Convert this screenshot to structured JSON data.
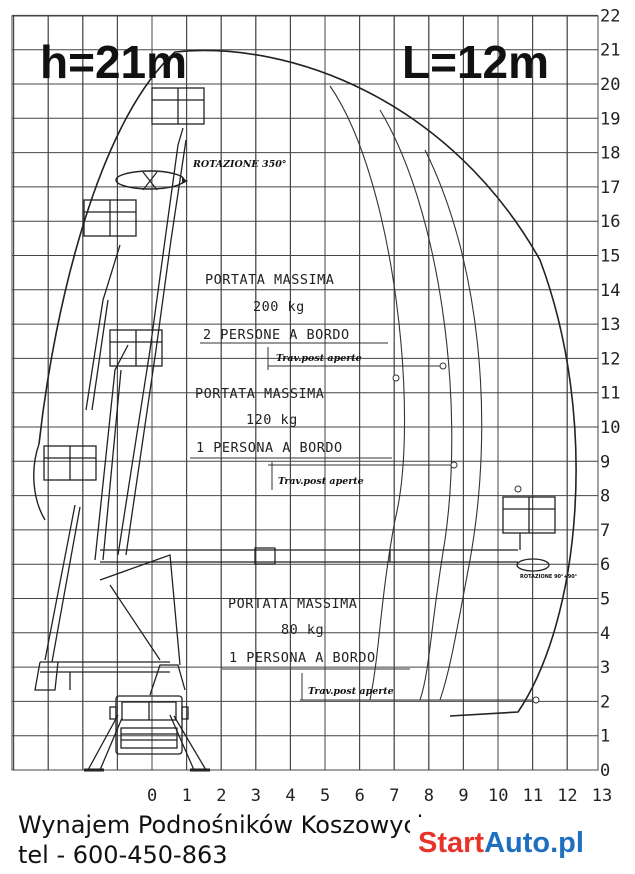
{
  "height_label": "h=21m",
  "reach_label": "L=12m",
  "y_axis_ticks": [
    "0",
    "1",
    "2",
    "3",
    "4",
    "5",
    "6",
    "7",
    "8",
    "9",
    "10",
    "11",
    "12",
    "13",
    "14",
    "15",
    "16",
    "17",
    "18",
    "19",
    "20",
    "21",
    "22"
  ],
  "x_axis_ticks": [
    "0",
    "1",
    "2",
    "3",
    "4",
    "5",
    "6",
    "7",
    "8",
    "9",
    "10",
    "11",
    "12",
    "13"
  ],
  "rotation_top": "ROTAZIONE 350°",
  "rotation_bottom": "ROTAZIONE 90°+90°",
  "zones": [
    {
      "title": "PORTATA MASSIMA",
      "load": "200 kg",
      "persons": "2 PERSONE A BORDO",
      "note": "Trav.post aperte"
    },
    {
      "title": "PORTATA MASSIMA",
      "load": "120 kg",
      "persons": "1 PERSONA A BORDO",
      "note": "Trav.post aperte"
    },
    {
      "title": "PORTATA MASSIMA",
      "load": "80 kg",
      "persons": "1 PERSONA A BORDO",
      "note": "Trav.post aperte"
    }
  ],
  "footer": {
    "line1": "Wynajem Podnośników Koszowych",
    "line2": "tel - 600-450-863",
    "brand_start": "Start",
    "brand_end": "Auto.pl"
  },
  "colors": {
    "brand_red": "#e8332a",
    "brand_blue": "#1f6fc0"
  }
}
